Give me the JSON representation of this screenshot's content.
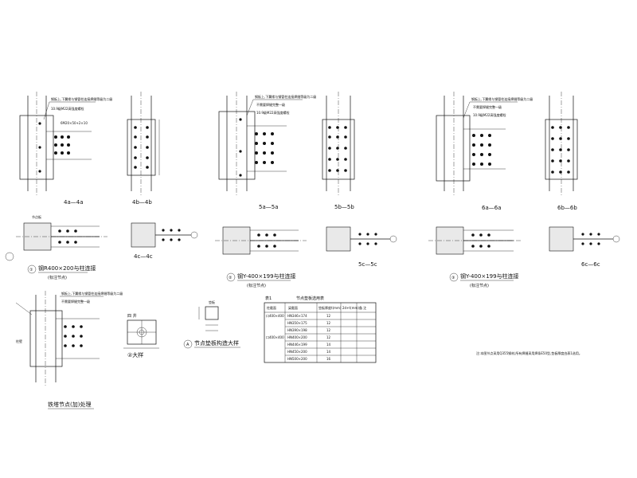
{
  "sections": {
    "s4a": "4a—4a",
    "s4b": "4b—4b",
    "s4c": "4c—4c",
    "s5a": "5a—5a",
    "s5b": "5b—5b",
    "s5c": "5c—5c",
    "s6a": "6a—6a",
    "s6b": "6b—6b",
    "s6c": "6c—6c"
  },
  "details": {
    "d1_title": "钢R400×200与柱连接",
    "d1_sub": "(标注节点)",
    "d1_num": "①",
    "d2_title": "钢Y-400×199与柱连接",
    "d2_sub": "(标注节点)",
    "d2_num": "②",
    "d3_title": "钢Y-400×199与柱连接",
    "d3_sub": "(标注节点)",
    "d3_num": "③",
    "d4_title": "铁塔节点(加)处理",
    "d5_title": "②大样",
    "d6_title": "节点垫板构造大样",
    "d6_num": "A",
    "d5_heading": "四 井"
  },
  "callouts": {
    "c1": "钢板上,下翼缘与钢管柱连接焊缝等级为二级",
    "c2": "不需要焊缝完整一级",
    "c3": "10.9级M22高强度螺栓",
    "c4": "6M20×50+2×10",
    "c5": "节点板",
    "c6": "柱壁",
    "c7": "垫板"
  },
  "table": {
    "label": "表1",
    "title": "节点垫板选用表",
    "headers": [
      "柱截面",
      "梁截面",
      "垫板厚度t(mm)",
      "2d+t(mm)",
      "备 注"
    ],
    "rows": [
      [
        "口400×400",
        "HN346×174",
        "12",
        "",
        ""
      ],
      [
        "",
        "HN350×175",
        "12",
        "",
        ""
      ],
      [
        "",
        "HN390×198",
        "12",
        "",
        ""
      ],
      [
        "口400×400",
        "HN400×200",
        "12",
        "",
        ""
      ],
      [
        "",
        "HN446×199",
        "14",
        "",
        ""
      ],
      [
        "",
        "HN450×200",
        "14",
        "",
        ""
      ],
      [
        "",
        "HN500×200",
        "16",
        "",
        ""
      ]
    ]
  },
  "note": "注:本图节点采用Q355钢材,所有焊缝采用焊条E50型,垫板厚度由表1选用。"
}
